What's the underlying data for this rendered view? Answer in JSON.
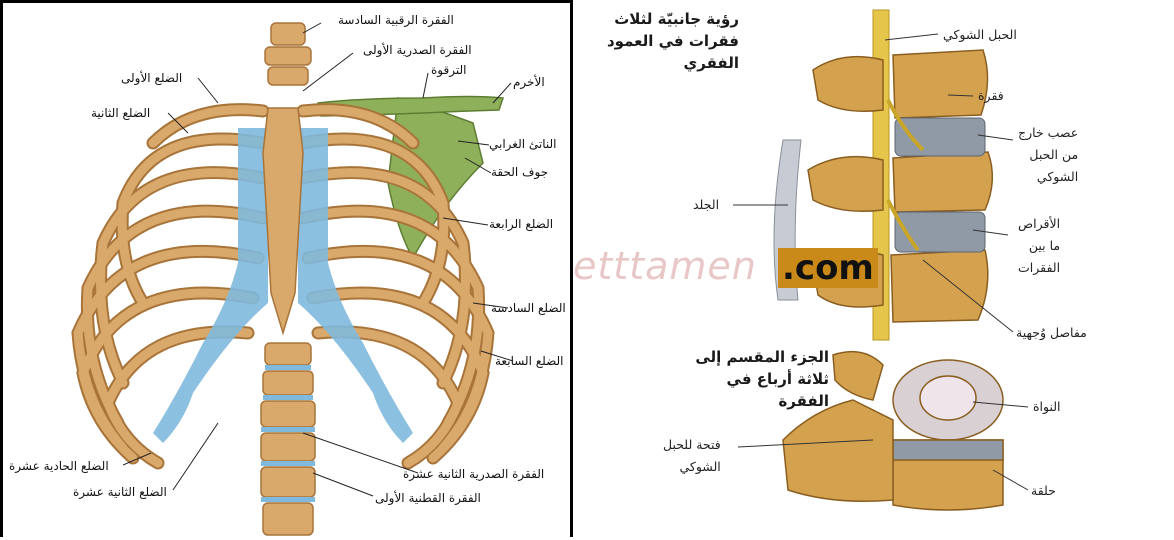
{
  "left_diagram": {
    "labels": {
      "cervical_6": "الفقرة الرقبية السادسة",
      "thoracic_1": "الفقرة الصدرية الأولى",
      "clavicle": "الترقوة",
      "acromion": "الأخرم",
      "rib_1": "الضلع الأولى",
      "rib_2": "الضلع الثانية",
      "coracoid": "الناتئ الغرابي",
      "glenoid": "جوف الحقة",
      "rib_4": "الضلع الرابعة",
      "rib_6": "الضلع السادسة",
      "rib_7": "الضلع السابعة",
      "rib_11": "الضلع الحادية عشرة",
      "rib_12": "الضلع الثانية عشرة",
      "thoracic_12": "الفقرة الصدرية الثانية عشرة",
      "lumbar_1": "الفقرة القطنية الأولى"
    },
    "colors": {
      "bone": "#d9a86b",
      "bone_dark": "#a8743a",
      "cartilage": "#7fb9dd",
      "scapula": "#8fb05a"
    }
  },
  "right_diagram": {
    "title_top": [
      "رؤية جانبيّة لثلاث",
      "فقرات في العمود الفقري"
    ],
    "labels": {
      "spinal_cord": "الحبل الشوكي",
      "vertebra": "فقرة",
      "nerve": [
        "عصب خارج",
        "من الحبل",
        "الشوكي"
      ],
      "skin": "الجلد",
      "discs": [
        "الأقراص",
        "ما بين",
        "الفقرات"
      ],
      "facet_joints": "مفاصل وُجهية",
      "nucleus": "النواة",
      "foramen": [
        "فتحة للحبل",
        "الشوكي"
      ],
      "ring": "حلقة"
    },
    "title_bottom": [
      "الجزء المقسم إلى",
      "ثلاثة أرباع في",
      "الفقرة"
    ],
    "watermark": "etttamen",
    "watermark_com": ".com",
    "colors": {
      "bone": "#d4a24f",
      "disc": "#8f9aa6",
      "cord": "#e6c64a"
    }
  }
}
